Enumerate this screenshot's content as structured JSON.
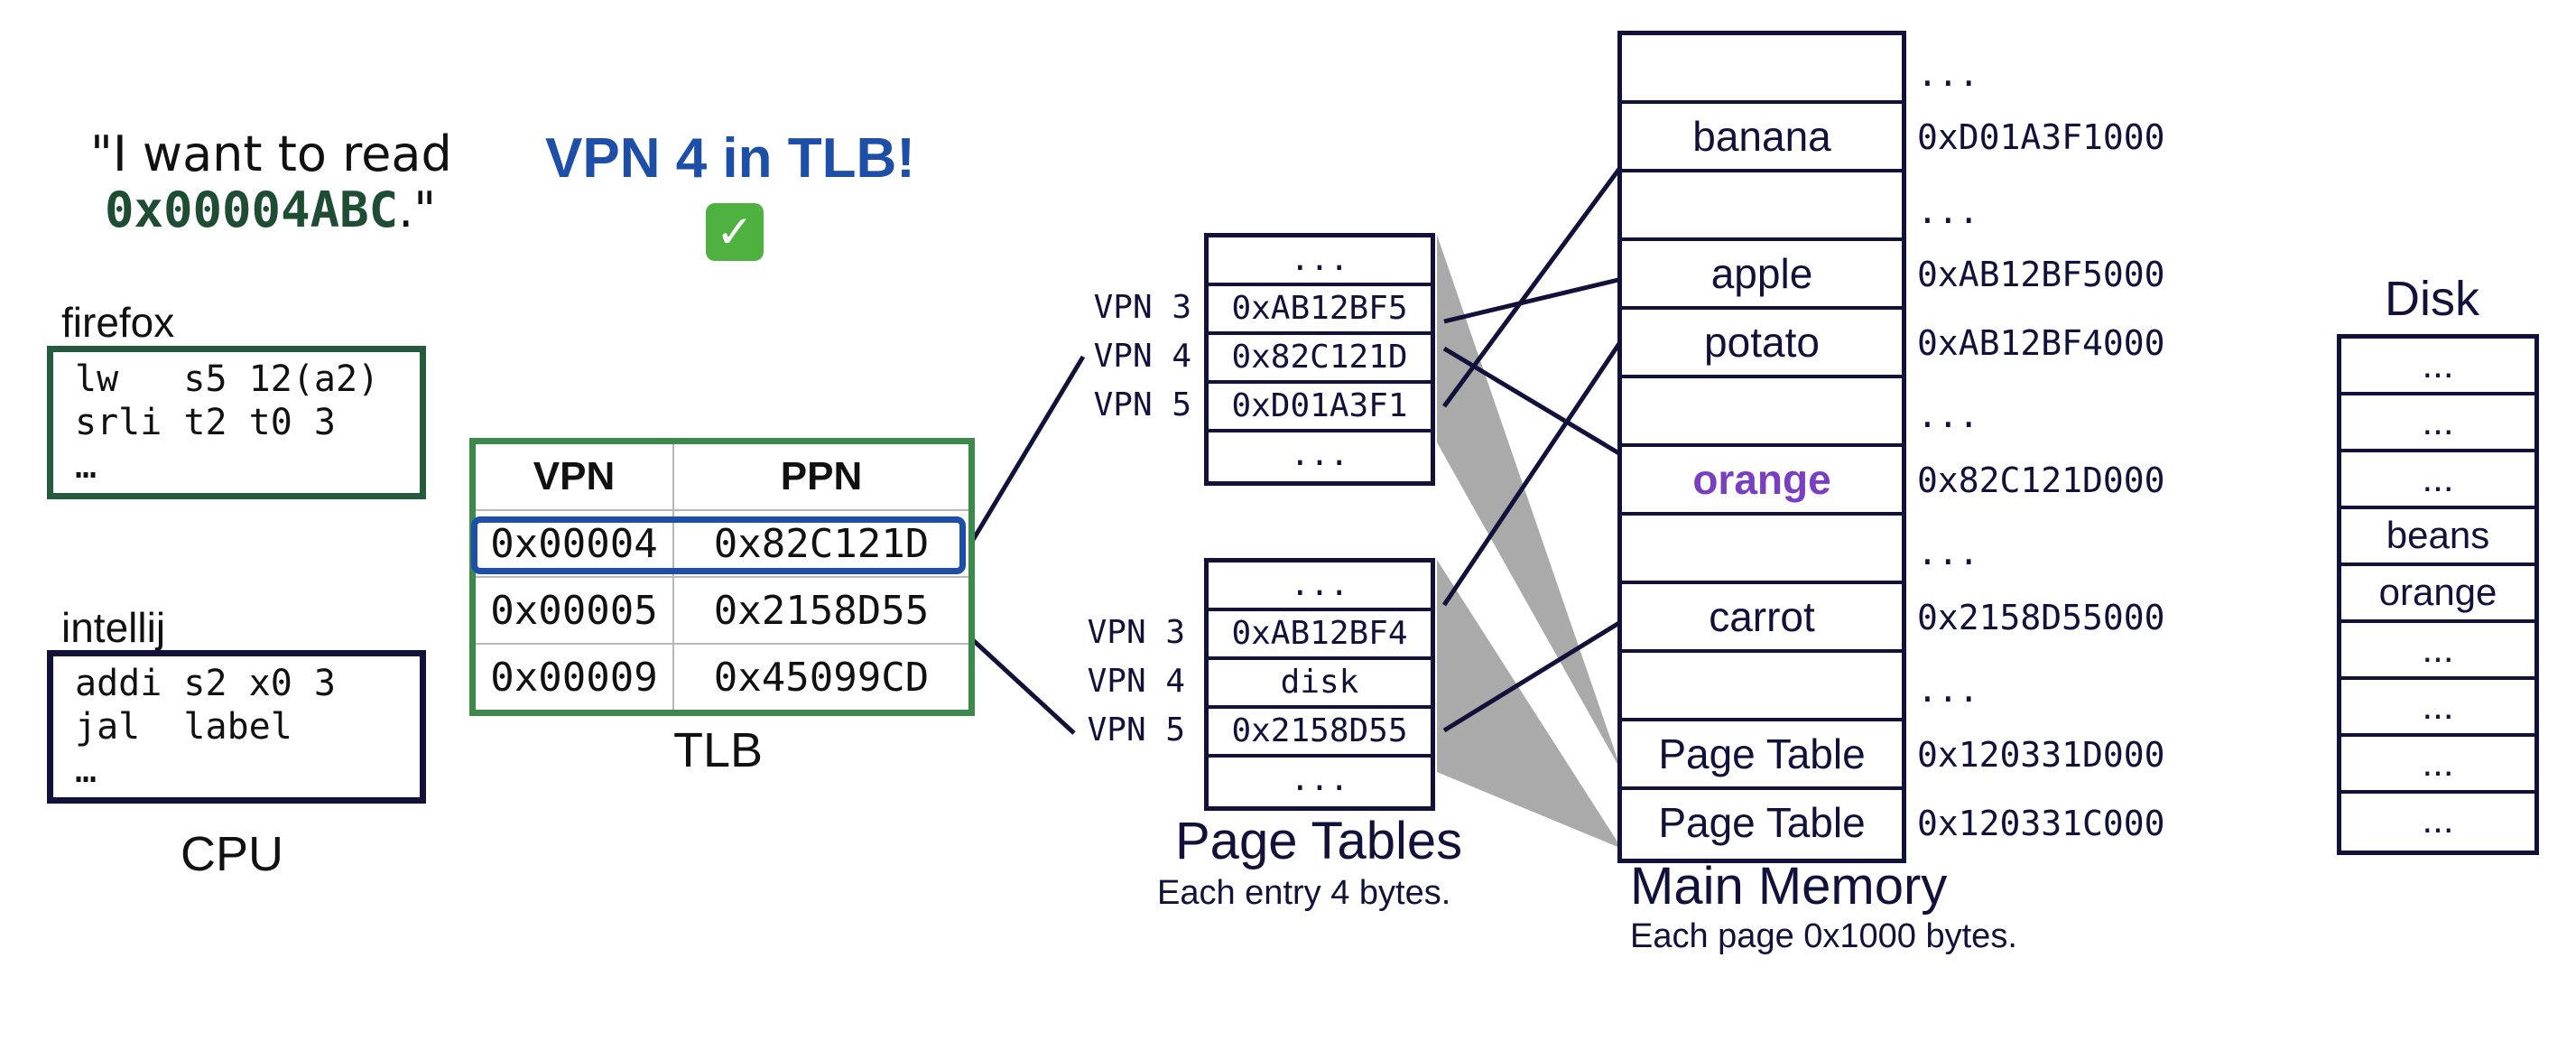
{
  "cpu": {
    "quote_prefix": "\"I want to read",
    "quote_address": "0x00004ABC",
    "quote_suffix": ".\"",
    "processes": [
      {
        "name": "firefox",
        "lines": [
          "lw   s5 12(a2)",
          "srli t2 t0 3",
          "…"
        ]
      },
      {
        "name": "intellij",
        "lines": [
          "addi s2 x0 3",
          "jal  label",
          "…"
        ]
      }
    ],
    "label": "CPU"
  },
  "tlb": {
    "hit_message": "VPN 4 in TLB!",
    "hit_icon": "check-mark-icon",
    "headers": [
      "VPN",
      "PPN"
    ],
    "rows": [
      [
        "0x00004",
        "0x82C121D"
      ],
      [
        "0x00005",
        "0x2158D55"
      ],
      [
        "0x00009",
        "0x45099CD"
      ]
    ],
    "highlighted_row": 0,
    "highlight_color": "#1d4ea8",
    "border_color": "#3b8a4b",
    "label": "TLB"
  },
  "page_tables": {
    "tables": [
      {
        "entries": [
          "...",
          "0xAB12BF5",
          "0x82C121D",
          "0xD01A3F1",
          "..."
        ],
        "vpn_labels": [
          "VPN 3",
          "VPN 4",
          "VPN 5"
        ]
      },
      {
        "entries": [
          "...",
          "0xAB12BF4",
          "disk",
          "0x2158D55",
          "..."
        ],
        "vpn_labels": [
          "VPN 3",
          "VPN 4",
          "VPN 5"
        ]
      }
    ],
    "title": "Page Tables",
    "subtitle": "Each entry 4 bytes."
  },
  "memory": {
    "rows": [
      "",
      "banana",
      "",
      "apple",
      "potato",
      "",
      "orange",
      "",
      "carrot",
      "",
      "Page Table",
      "Page Table"
    ],
    "addresses": [
      "...",
      "0xD01A3F1000",
      "...",
      "0xAB12BF5000",
      "0xAB12BF4000",
      "...",
      "0x82C121D000",
      "...",
      "0x2158D55000",
      "...",
      "0x120331D000",
      "0x120331C000"
    ],
    "highlight_row": 6,
    "highlight_color": "#7a3fc0",
    "title": "Main Memory",
    "subtitle": "Each page 0x1000 bytes."
  },
  "disk": {
    "title": "Disk",
    "rows": [
      "...",
      "...",
      "...",
      "beans",
      "orange",
      "...",
      "...",
      "...",
      "..."
    ]
  }
}
